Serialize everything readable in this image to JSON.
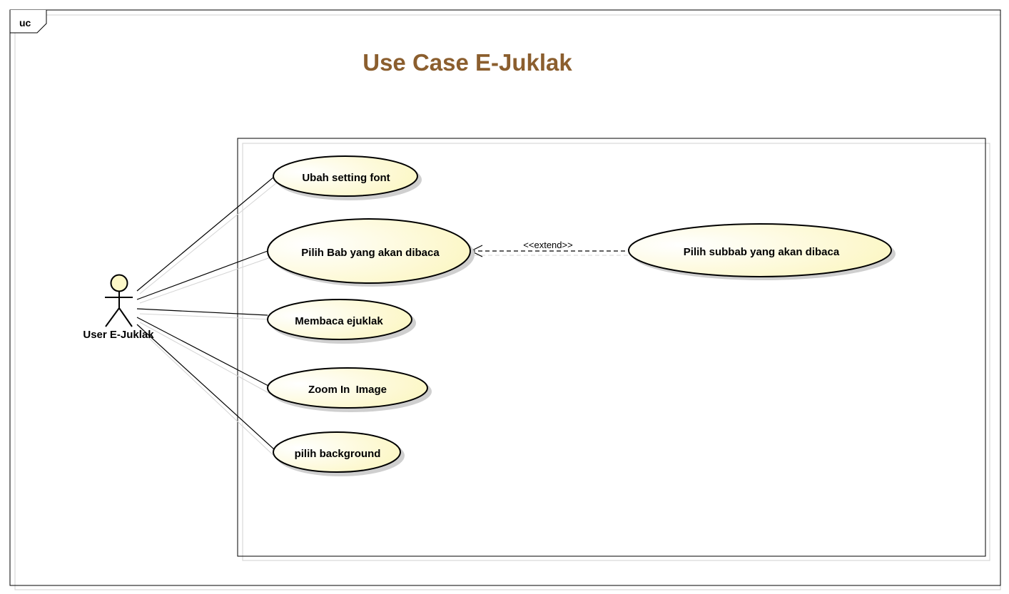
{
  "frame": {
    "tag": "uc"
  },
  "title": {
    "text": "Use Case E-Juklak",
    "color": "#8b5e2e"
  },
  "actor": {
    "name": "User E-Juklak"
  },
  "use_cases": [
    {
      "label": "Ubah setting font"
    },
    {
      "label": "Pilih Bab yang akan dibaca"
    },
    {
      "label": "Membaca ejuklak"
    },
    {
      "label": "Zoom In  Image"
    },
    {
      "label": "pilih background"
    },
    {
      "label": "Pilih subbab yang akan dibaca"
    }
  ],
  "relations": [
    {
      "label": "<<extend>>"
    }
  ],
  "colors": {
    "usecase_fill_light": "#ffffff",
    "usecase_fill_dark": "#fdf8c8",
    "stroke": "#000000",
    "shadow": "#c8c8c8"
  },
  "icons": [
    "actor-stick-figure-icon",
    "open-arrowhead-icon"
  ]
}
